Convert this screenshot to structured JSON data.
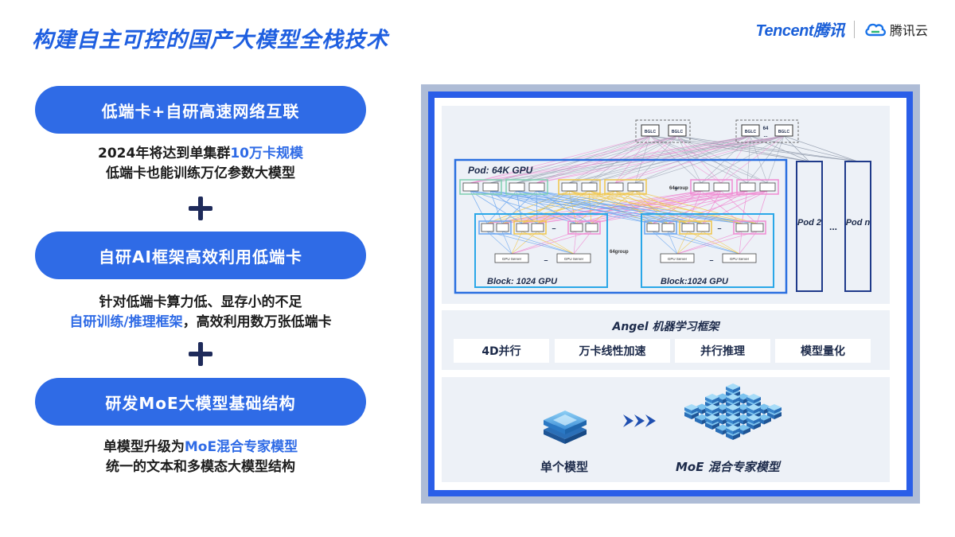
{
  "title": "构建自主可控的国产大模型全栈技术",
  "brand": {
    "tencent": "Tencent",
    "tencent_cn": "腾讯",
    "cloud": "腾讯云"
  },
  "sections": [
    {
      "pill": "低端卡+自研高速网络互联",
      "line1_a": "2024年将达到单集群",
      "line1_hl": "10万卡规模",
      "line2": "低端卡也能训练万亿参数大模型"
    },
    {
      "pill": "自研AI框架高效利用低端卡",
      "line1": "针对低端卡算力低、显存小的不足",
      "line2_hl": "自研训练/推理框架",
      "line2_b": "，高效利用数万张低端卡"
    },
    {
      "pill": "研发MoE大模型基础结构",
      "line1_a": "单模型升级为",
      "line1_hl": "MoE混合专家模型",
      "line2": "统一的文本和多模态大模型结构"
    }
  ],
  "diagram": {
    "pod_label": "Pod: 64K GPU",
    "block_left": "Block:  1024 GPU",
    "block_right": "Block:1024 GPU",
    "pod2": "Pod 2",
    "podn": "Pod n",
    "dots": "...",
    "dash": "–",
    "group_label": "64group",
    "spine_label": "BGLC",
    "spine_count": "64",
    "gpu_server": "GPU Server",
    "angel_title": "Angel 机器学习框架",
    "features": [
      "4D并行",
      "万卡线性加速",
      "并行推理",
      "模型量化"
    ],
    "single_model": "单个模型",
    "moe_model": "MoE 混合专家模型"
  },
  "colors": {
    "accent": "#2f6be6",
    "title": "#1f5fe0",
    "frame": "#2a5ee8",
    "link_gray": "#9aa3b3",
    "link_blue": "#6aa6f0",
    "link_yellow": "#f0c64a",
    "link_pink": "#f08ad2",
    "link_green": "#7fd0b0"
  }
}
